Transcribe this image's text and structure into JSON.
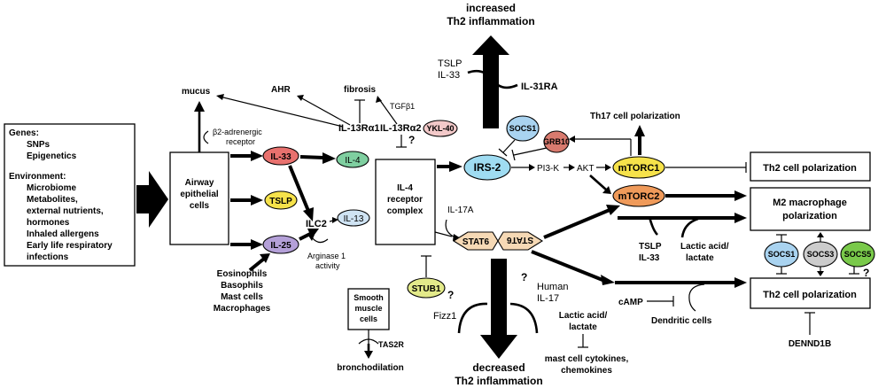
{
  "colors": {
    "il33": "#e8716e",
    "il4": "#7fcfa0",
    "tslp": "#f6e24a",
    "il25": "#b4a0d8",
    "il13": "#cfe3f3",
    "ykl40": "#f3c9c9",
    "irs2": "#9fdcf2",
    "socs1": "#a9d3f0",
    "grb10": "#d87a6e",
    "mtorc1": "#f6e24a",
    "mtorc2": "#ef9a5a",
    "stat6": "#f6d9b5",
    "stub1": "#e3ea8a",
    "socs3": "#cccccc",
    "socs5": "#79c94a"
  },
  "left_box": {
    "genes_header": "Genes:",
    "genes": [
      "SNPs",
      "Epigenetics"
    ],
    "env_header": "Environment:",
    "environment": [
      "Microbiome",
      "Metabolites,",
      "external nutrients,",
      "hormones",
      "Inhaled allergens",
      "Early life respiratory",
      "infections"
    ]
  },
  "airway": [
    "Airway",
    "epithelial",
    "cells"
  ],
  "mucus": "mucus",
  "beta2": [
    "β2-adrenergic",
    "receptor"
  ],
  "ahr": "AHR",
  "fibrosis": "fibrosis",
  "tgfb1": "TGFβ1",
  "il13ra1": "IL-13Rα1",
  "il13ra2": "IL-13Rα2",
  "ykl40": "YKL-40",
  "question": "?",
  "cytokines": {
    "il33": "IL-33",
    "tslp": "TSLP",
    "il25": "IL-25",
    "il4": "IL-4",
    "il13": "IL-13"
  },
  "ilc2": "ILC2",
  "arginase": [
    "Arginase 1",
    "activity"
  ],
  "inducers": [
    "Eosinophils",
    "Basophils",
    "Mast cells",
    "Macrophages"
  ],
  "receptor_complex": [
    "IL-4",
    "receptor",
    "complex"
  ],
  "smooth": [
    "Smooth",
    "muscle",
    "cells"
  ],
  "tas2r": "TAS2R",
  "bronchodilation": "bronchodilation",
  "stub1": "STUB1",
  "increased": [
    "increased",
    "Th2 inflammation"
  ],
  "tslp_il33_top": [
    "TSLP",
    "IL-33"
  ],
  "il31ra": "IL-31RA",
  "socs1": "SOCS1",
  "grb10": "GRB10",
  "th17": "Th17 cell polarization",
  "irs2": "IRS-2",
  "pi3k": "PI3-K",
  "akt": "AKT",
  "mtorc1": "mTORC1",
  "mtorc2": "mTORC2",
  "il17a": "IL-17A",
  "stat6_left": "STAT6",
  "stat6_right": "STAT6",
  "fizz1": "Fizz1",
  "human_il17": [
    "Human",
    "IL-17"
  ],
  "decreased": [
    "decreased",
    "Th2 inflammation"
  ],
  "lactic_bottom": [
    "Lactic acid/",
    "lactate"
  ],
  "mast_cytokines": [
    "mast cell cytokines,",
    "chemokines"
  ],
  "camp": "cAMP",
  "dendritic": "Dendritic cells",
  "tslp_il33_mid": [
    "TSLP",
    "IL-33"
  ],
  "lactic_mid": [
    "Lactic acid/",
    "lactate"
  ],
  "outcomes": {
    "th2_top": "Th2 cell polarization",
    "m2": [
      "M2 macrophage",
      "polarization"
    ],
    "th2_bottom": "Th2 cell polarization"
  },
  "socs3": "SOCS3",
  "socs5": "SOCS5",
  "dennd1b": "DENND1B"
}
